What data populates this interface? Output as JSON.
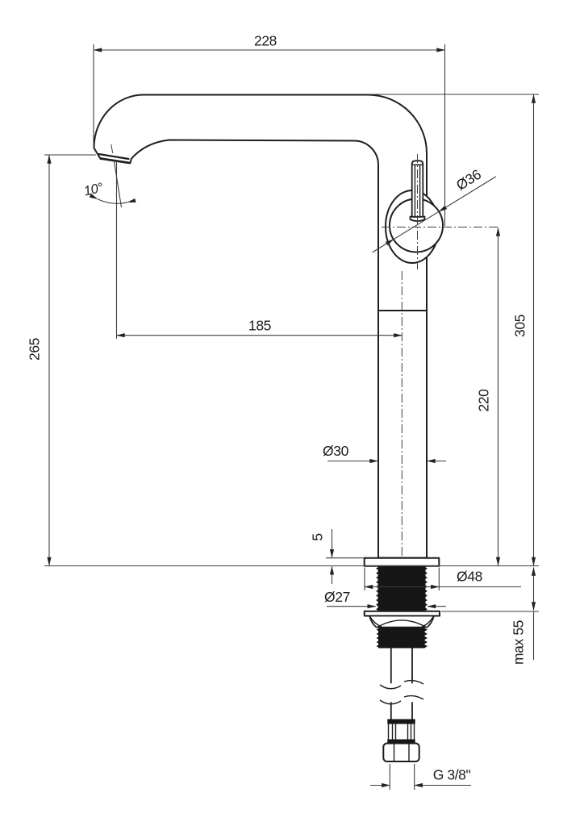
{
  "drawing": {
    "subject": "Tall single-lever basin mixer tap — side elevation with installation dimensions",
    "colors": {
      "ink": "#1e1e1e",
      "dimension_line": "#3d3d3d",
      "background": "#ffffff",
      "thread_fill": "#161616"
    },
    "dimensions": {
      "spout_reach": "228",
      "spout_angle": "10°",
      "outlet_height": "265",
      "spout_projection": "185",
      "total_height": "305",
      "handle_axis_height": "220",
      "handle_diameter": "Ø36",
      "body_diameter": "Ø30",
      "base_plate_thickness": "5",
      "base_diameter": "Ø48",
      "shank_diameter": "Ø27",
      "max_mounting_thickness": "max 55",
      "inlet_thread": "G 3/8\""
    }
  }
}
